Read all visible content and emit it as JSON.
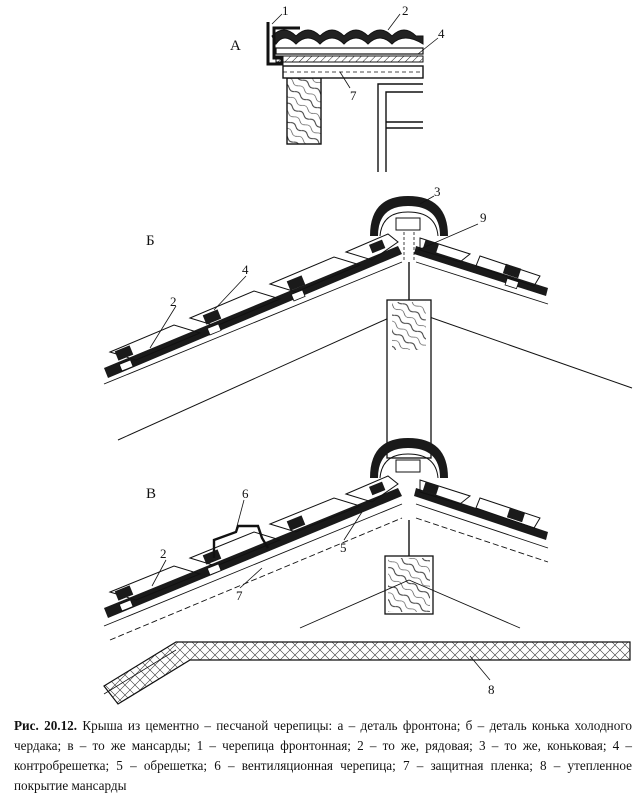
{
  "figure": {
    "sections": {
      "a": "А",
      "b": "Б",
      "v": "В"
    },
    "labels": {
      "a": [
        "1",
        "2",
        "4",
        "7"
      ],
      "b": [
        "3",
        "9",
        "4",
        "2"
      ],
      "v": [
        "6",
        "2",
        "5",
        "7",
        "8"
      ]
    }
  },
  "caption": {
    "fig_no": "Рис. 20.12.",
    "text": "Крыша из цементно – песчаной черепицы:  а – деталь фронтона; б – деталь конька холодного чердака; в – то же мансарды; 1 –  черепица фронтонная; 2 – то же, рядовая; 3 – то же, коньковая; 4 – контробрешетка; 5 – обрешетка; 6 – вентиляционная черепица; 7 – защитная пленка; 8 – утепленное покрытие мансарды"
  }
}
